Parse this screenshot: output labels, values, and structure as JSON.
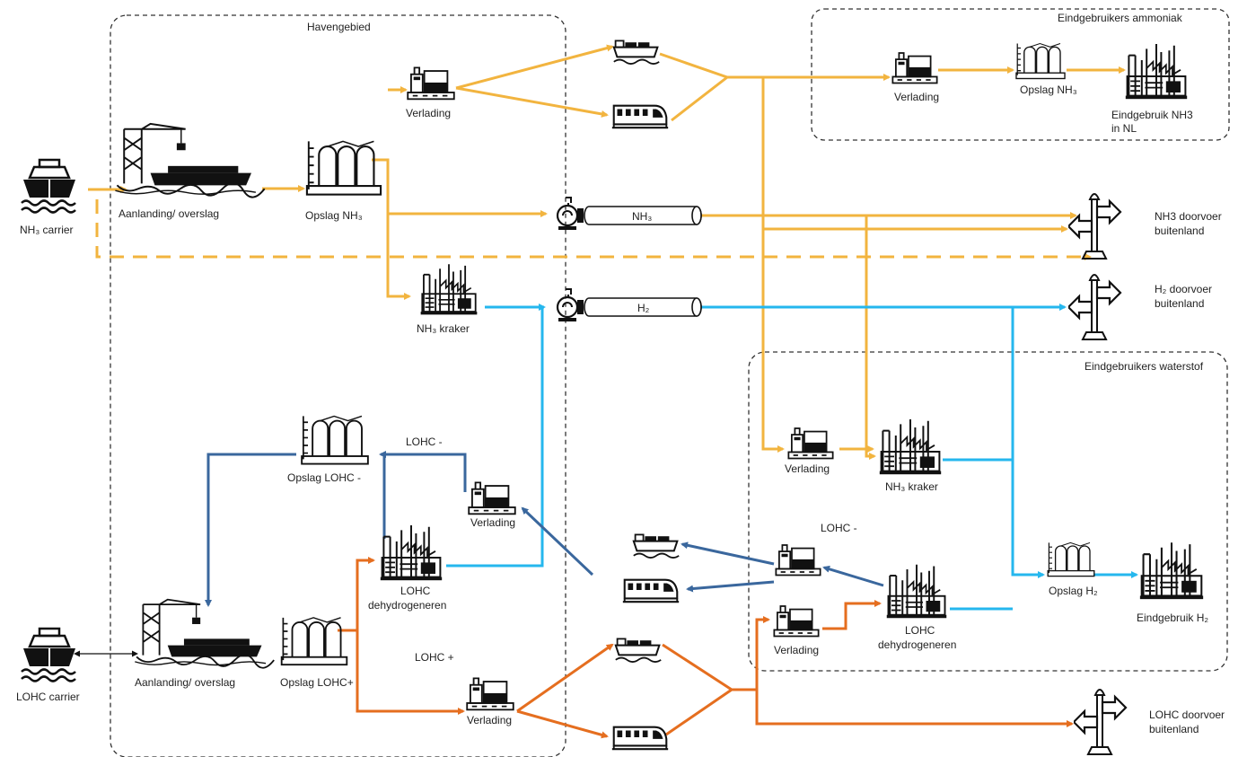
{
  "regions": {
    "port": "Havengebied",
    "ammonia_users": "Eindgebruikers ammoniak",
    "hydrogen_users": "Eindgebruikers waterstof"
  },
  "nodes": {
    "nh3_carrier": "NH₃ carrier",
    "nh3_landing": "Aanlanding/ overslag",
    "nh3_storage": "Opslag NH₃",
    "port_loading_nh3": "Verlading",
    "pipeline_nh3": "NH₃",
    "pipeline_h2": "H₂",
    "port_cracker": "NH₃ kraker",
    "amm_loading": "Verlading",
    "amm_storage": "Opslag NH₃",
    "amm_enduse_line1": "Eindgebruik NH3",
    "amm_enduse_line2": "in NL",
    "nh3_transit_line1": "NH3 doorvoer",
    "nh3_transit_line2": "buitenland",
    "h2_transit_line1": "H₂ doorvoer",
    "h2_transit_line2": "buitenland",
    "lohc_minus_storage": "Opslag LOHC -",
    "lohc_minus_label_port": "LOHC -",
    "port_loading_lohc_minus": "Verlading",
    "port_dehydro_line1": "LOHC",
    "port_dehydro_line2": "dehydrogeneren",
    "lohc_carrier": "LOHC carrier",
    "lohc_landing": "Aanlanding/ overslag",
    "lohc_plus_storage": "Opslag LOHC+",
    "lohc_plus_label": "LOHC +",
    "port_loading_lohc_plus": "Verlading",
    "h2_loading_nh3": "Verlading",
    "h2_cracker": "NH₃ kraker",
    "lohc_minus_label_users": "LOHC -",
    "h2_loading_lohc": "Verlading",
    "h2_dehydro_line1": "LOHC",
    "h2_dehydro_line2": "dehydrogeneren",
    "h2_storage": "Opslag H₂",
    "h2_enduse": "Eindgebruik H₂",
    "lohc_transit_line1": "LOHC doorvoer",
    "lohc_transit_line2": "buitenland"
  },
  "flow_colors": {
    "ammonia": "#F2B43F",
    "hydrogen": "#25B7EE",
    "lohc_minus": "#3A679D",
    "lohc_plus": "#E56E1F"
  },
  "icons": [
    "ship-icon",
    "crane-icon",
    "tank-icon",
    "loading-station-icon",
    "factory-icon",
    "barge-icon",
    "train-icon",
    "compressor-icon",
    "pipeline-icon",
    "signpost-icon"
  ]
}
